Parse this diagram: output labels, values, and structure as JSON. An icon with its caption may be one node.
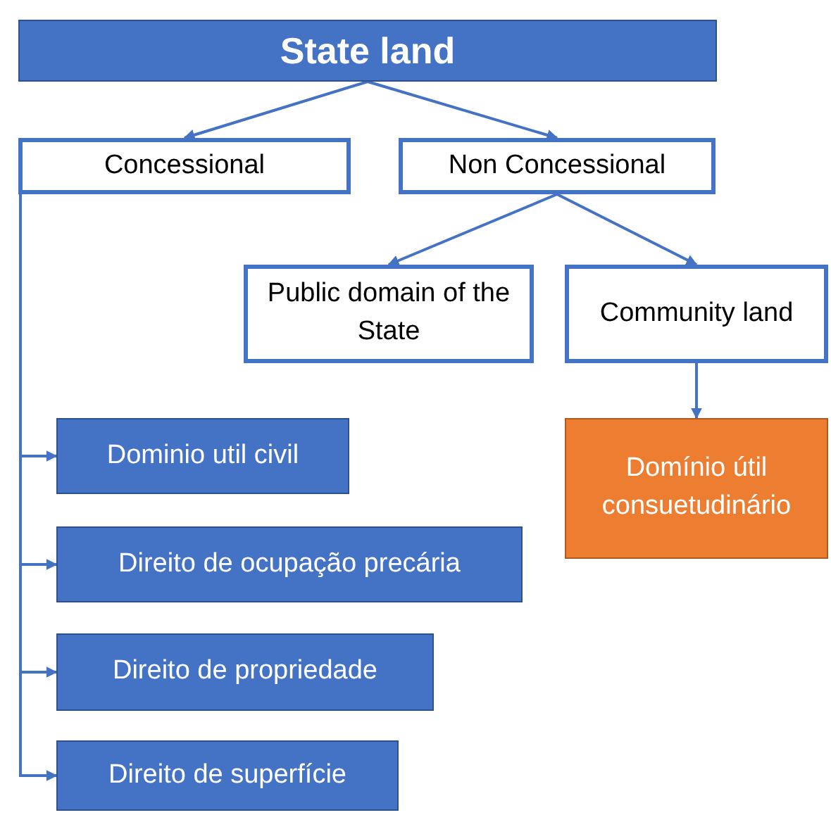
{
  "diagram": {
    "nodes": [
      {
        "text": [
          "State land"
        ]
      },
      {
        "text": [
          "Concessional"
        ]
      },
      {
        "text": [
          "Non Concessional"
        ]
      },
      {
        "text": [
          "Public domain of the State"
        ]
      },
      {
        "text": [
          "Community land"
        ]
      },
      {
        "text": [
          "Domínio útil consuetudinário"
        ]
      },
      {
        "text": [
          "Dominio util civil"
        ]
      },
      {
        "text": [
          "Direito de ocupação precária"
        ]
      },
      {
        "text": [
          "Direito de propriedade"
        ]
      },
      {
        "text": [
          "Direito de superfície"
        ]
      }
    ],
    "edges": [
      {
        "from": 0,
        "to": 1,
        "arrow": "to"
      },
      {
        "from": 0,
        "to": 2,
        "arrow": "to"
      },
      {
        "from": 2,
        "to": 3,
        "arrow": "to"
      },
      {
        "from": 2,
        "to": 4,
        "arrow": "to"
      },
      {
        "from": 4,
        "to": 5,
        "arrow": "to"
      },
      {
        "from": 1,
        "to": 6,
        "arrow": "to"
      },
      {
        "from": 1,
        "to": 7,
        "arrow": "to"
      },
      {
        "from": 1,
        "to": 8,
        "arrow": "to"
      },
      {
        "from": 1,
        "to": 9,
        "arrow": "to"
      }
    ]
  }
}
